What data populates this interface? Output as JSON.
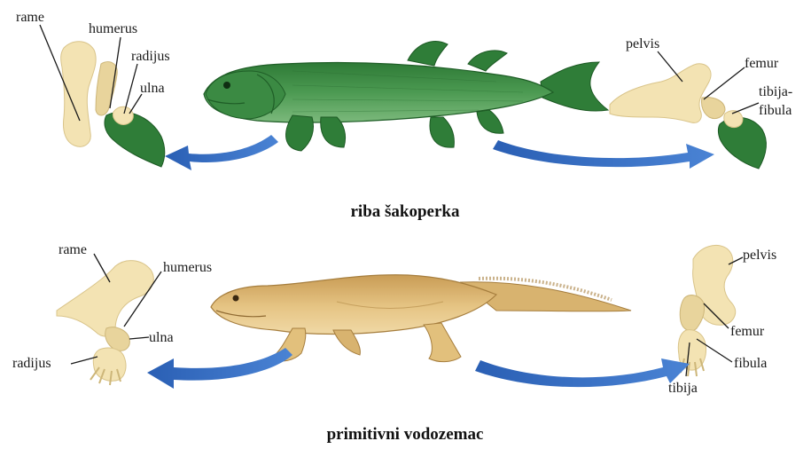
{
  "titles": {
    "fish": "riba šakoperka",
    "amphibian": "primitivni vodozemac"
  },
  "fish_front_limb": {
    "rame": "rame",
    "humerus": "humerus",
    "radijus": "radijus",
    "ulna": "ulna"
  },
  "fish_hind_limb": {
    "pelvis": "pelvis",
    "femur": "femur",
    "tibija_fibula_1": "tibija-",
    "tibija_fibula_2": "fibula"
  },
  "amphibian_front_limb": {
    "rame": "rame",
    "humerus": "humerus",
    "ulna": "ulna",
    "radijus": "radijus"
  },
  "amphibian_hind_limb": {
    "pelvis": "pelvis",
    "femur": "femur",
    "fibula": "fibula",
    "tibija": "tibija"
  },
  "colors": {
    "fish_body": "#3f8f47",
    "fish_fin": "#2f7d38",
    "bone": "#f3e3b3",
    "amphibian_body": "#e2c07c",
    "arrow": "#2f64b8"
  }
}
